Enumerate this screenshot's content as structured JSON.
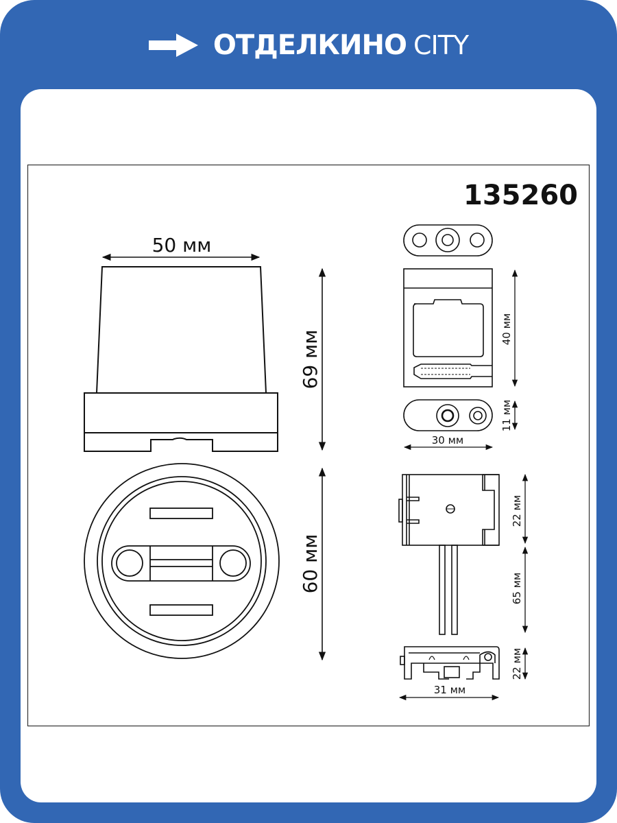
{
  "header": {
    "brand_name": "ОТДЕЛКИНО",
    "brand_suffix": "CITY",
    "icon": "arrow-right-icon",
    "background_color": "#3267b4",
    "text_color": "#ffffff"
  },
  "drawing": {
    "article_number": "135260",
    "dimensions": {
      "width_top": "50 мм",
      "height_side": "69 мм",
      "diameter_bottom": "60 мм",
      "clip_height": "40 мм",
      "clip_depth": "11 мм",
      "clip_width": "30 мм",
      "connector_height": "22 мм",
      "wire_length": "65 мм",
      "connector_side_height": "22 мм",
      "connector_width": "31 мм"
    }
  }
}
